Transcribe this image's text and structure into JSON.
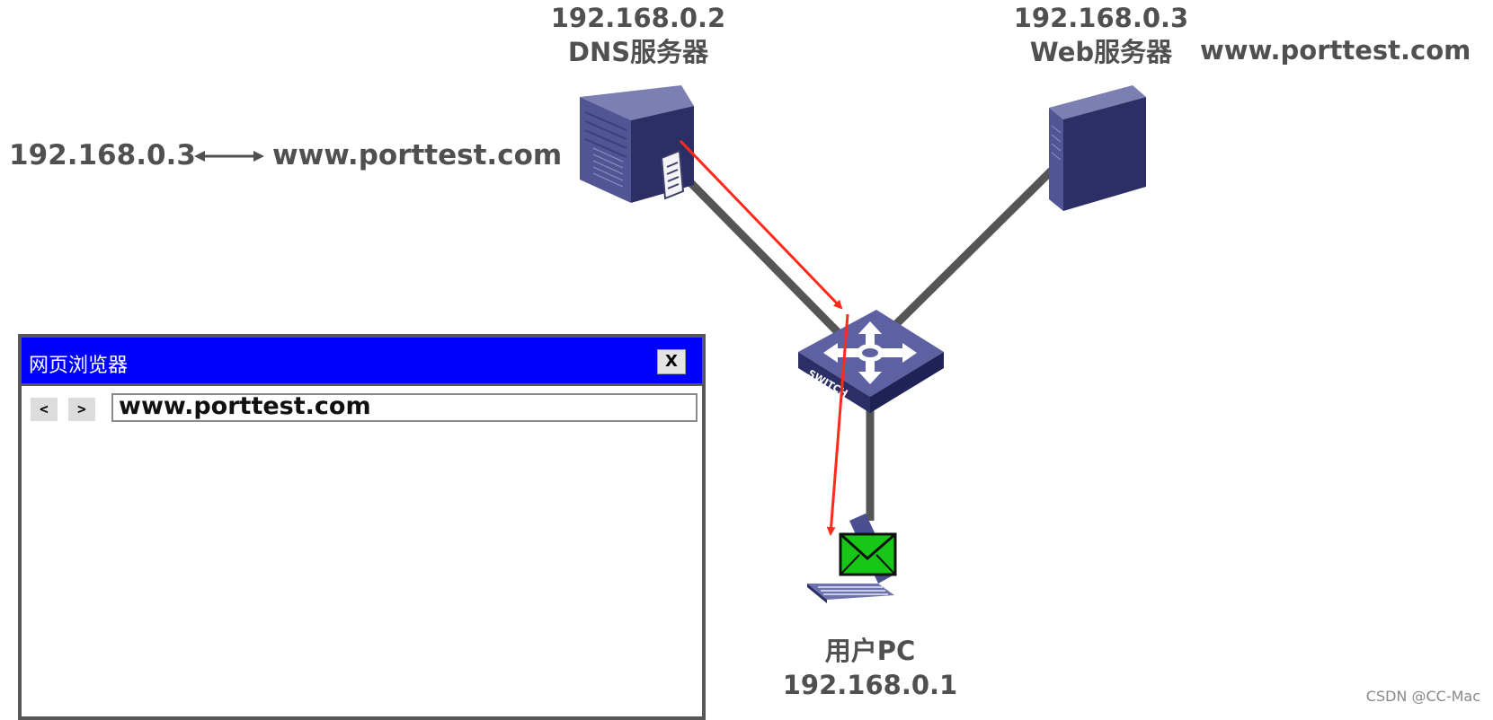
{
  "dns_server": {
    "ip": "192.168.0.2",
    "name": "DNS服务器"
  },
  "web_server": {
    "ip": "192.168.0.3",
    "name": "Web服务器",
    "domain": "www.porttest.com"
  },
  "dns_record": {
    "ip": "192.168.0.3",
    "domain": "www.porttest.com"
  },
  "switch": {
    "label": "SWITCH"
  },
  "user_pc": {
    "name": "用户PC",
    "ip": "192.168.0.1"
  },
  "browser": {
    "title": "网页浏览器",
    "close_label": "X",
    "back_label": "<",
    "forward_label": ">",
    "address": "www.porttest.com"
  },
  "watermark": "CSDN @CC-Mac",
  "colors": {
    "packet_path": "#ff2a1a",
    "titlebar": "#0000ff",
    "envelope": "#18c618",
    "link": "#555555"
  },
  "icons": [
    "server-icon",
    "document-icon",
    "switch-icon",
    "laptop-icon",
    "envelope-icon",
    "double-arrow-icon"
  ]
}
